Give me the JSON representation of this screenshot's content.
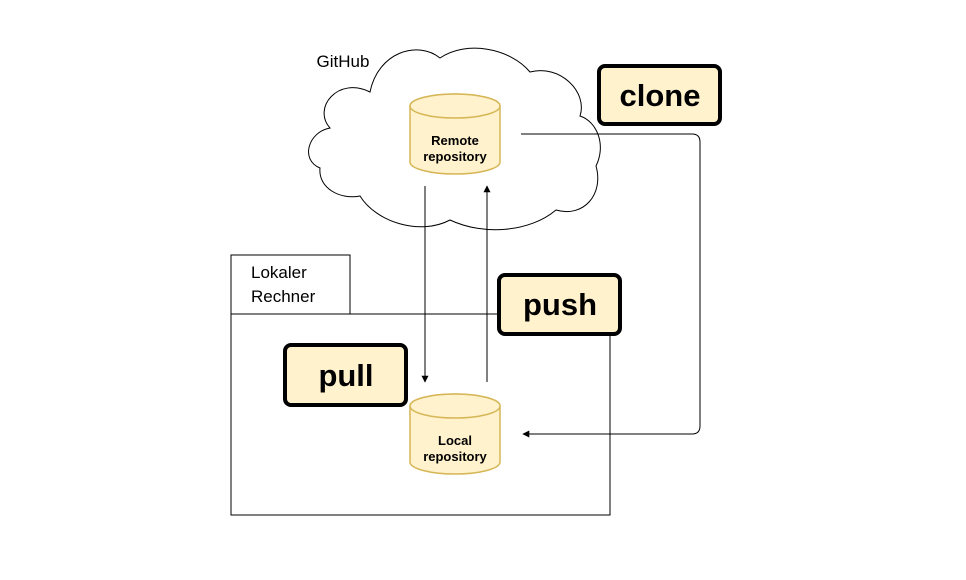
{
  "diagram": {
    "cloud_label": "GitHub",
    "remote_repo": {
      "line1": "Remote",
      "line2": "repository"
    },
    "local_repo": {
      "line1": "Local",
      "line2": "repository"
    },
    "local_machine": {
      "line1": "Lokaler",
      "line2": "Rechner"
    },
    "commands": {
      "clone": "clone",
      "push": "push",
      "pull": "pull"
    }
  },
  "colors": {
    "repo_fill": "#fff2cc",
    "repo_stroke": "#d6b656",
    "command_fill": "#fff2cc",
    "command_stroke": "#000000",
    "line": "#000000",
    "background": "#ffffff"
  }
}
